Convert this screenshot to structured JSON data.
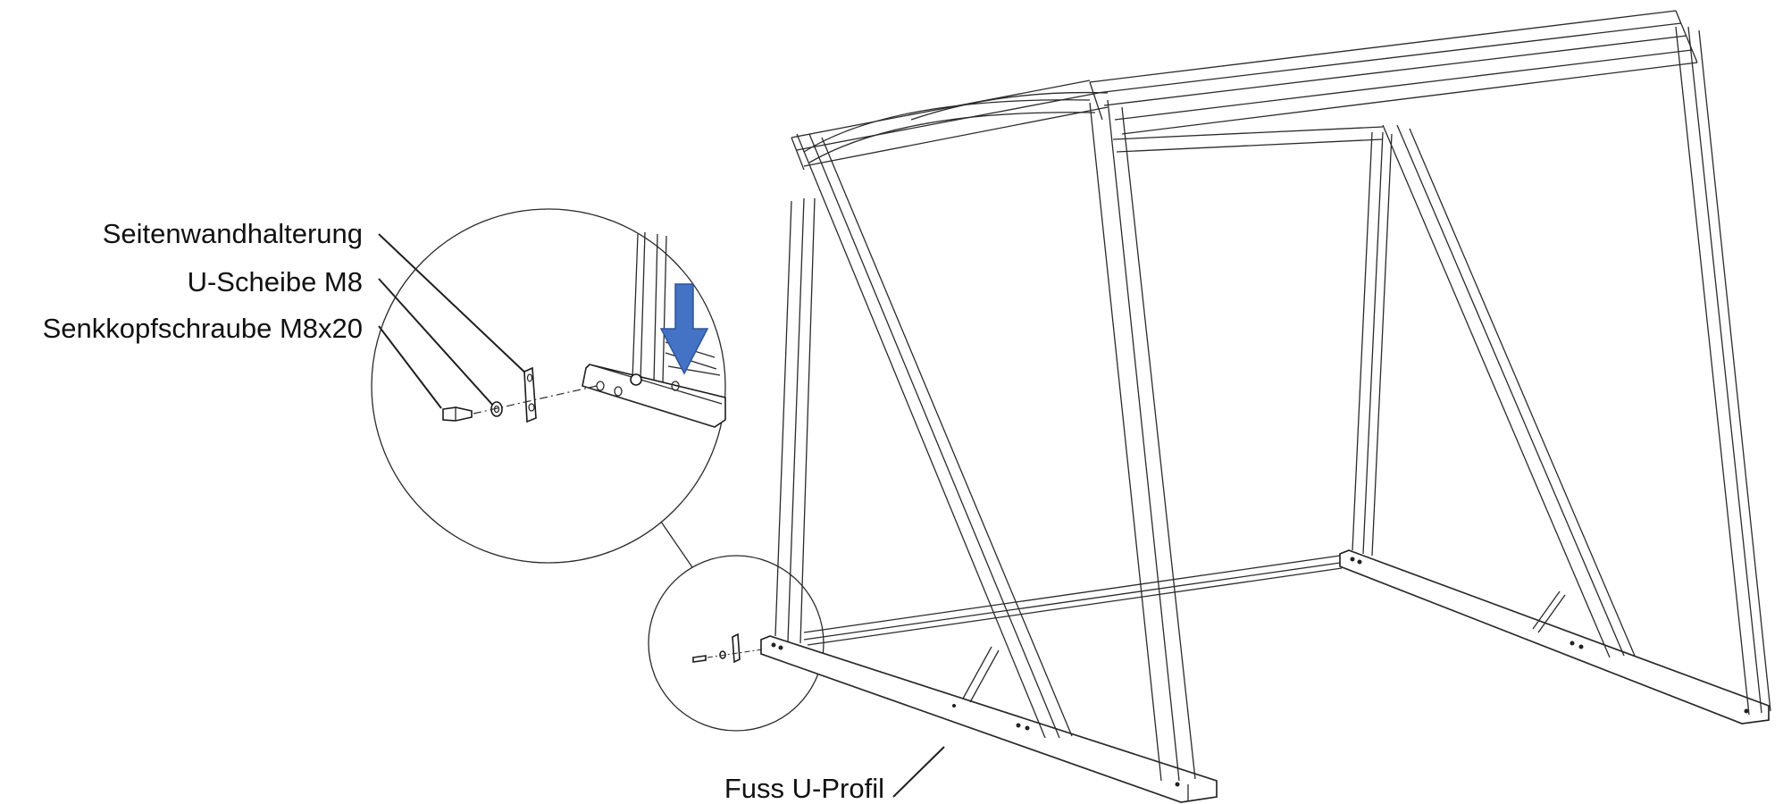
{
  "labels": {
    "side_wall_bracket": "Seitenwandhalterung",
    "washer": "U-Scheibe M8",
    "screw": "Senkkopfschraube M8x20",
    "base_profile": "Fuss U-Profil"
  },
  "arrow": {
    "color": "#4472C4",
    "edge_color": "#2F5597",
    "direction": "down"
  },
  "line_color": "#1a1a1a"
}
